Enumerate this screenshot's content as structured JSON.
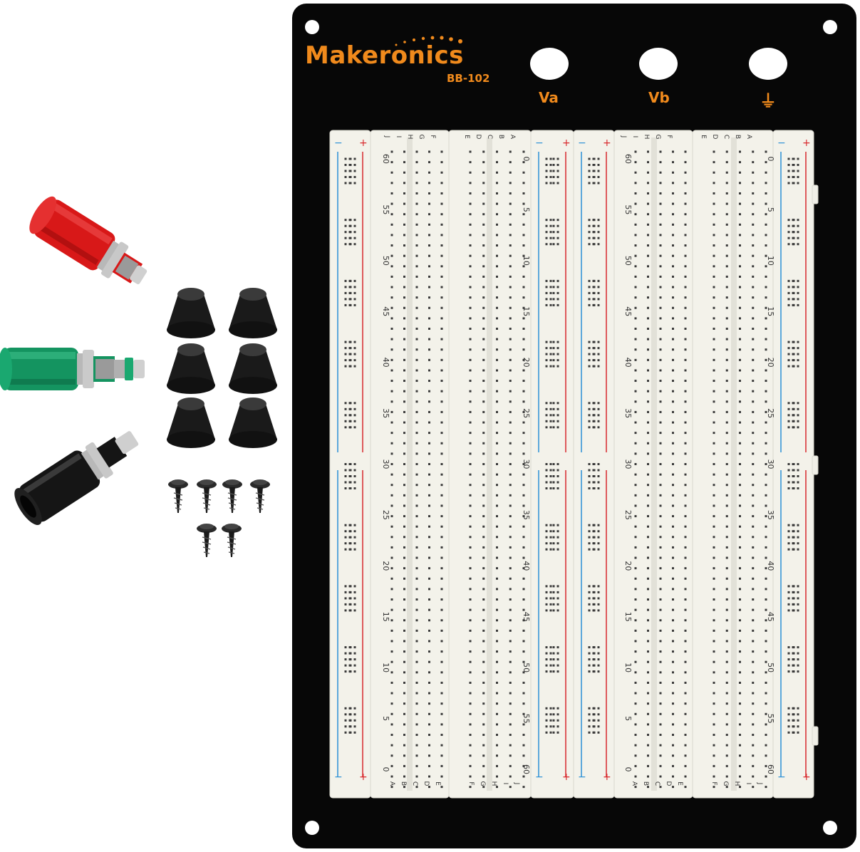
{
  "brand": {
    "name": "Makeronics",
    "model": "BB-102"
  },
  "terminals": [
    {
      "label": "Va"
    },
    {
      "label": "Vb"
    },
    {
      "label": "⏚"
    }
  ],
  "rail_symbols": {
    "minus": "−",
    "plus": "+"
  },
  "strips": [
    {
      "id": "strip-1",
      "numbers_top_to_bottom": [
        "60",
        "55",
        "50",
        "45",
        "40",
        "35",
        "30",
        "25",
        "20",
        "15",
        "10",
        "5",
        "0"
      ],
      "letters_top": [
        "J",
        "I",
        "H",
        "G",
        "F"
      ],
      "letters_left_top": [
        "E",
        "D",
        "C",
        "B",
        "A"
      ],
      "letters_bottom": [
        "A",
        "B",
        "C",
        "D",
        "E"
      ],
      "letters_bottom_right": [
        "F",
        "G",
        "H",
        "I",
        "J"
      ]
    },
    {
      "id": "strip-2",
      "numbers_top_to_bottom": [
        "0",
        "5",
        "10",
        "15",
        "20",
        "25",
        "30",
        "35",
        "40",
        "45",
        "50",
        "55",
        "60"
      ]
    },
    {
      "id": "strip-3",
      "numbers_top_to_bottom": [
        "60",
        "55",
        "50",
        "45",
        "40",
        "35",
        "30",
        "25",
        "20",
        "15",
        "10",
        "5",
        "0"
      ],
      "letters_top": [
        "J",
        "I",
        "H",
        "G",
        "F"
      ],
      "letters_left_top": [
        "E",
        "D",
        "C",
        "B",
        "A"
      ],
      "letters_bottom": [
        "A",
        "B",
        "C",
        "D",
        "E"
      ],
      "letters_bottom_right": [
        "F",
        "G",
        "H",
        "I",
        "J"
      ]
    },
    {
      "id": "strip-4",
      "numbers_top_to_bottom": [
        "0",
        "5",
        "10",
        "15",
        "20",
        "25",
        "30",
        "35",
        "40",
        "45",
        "50",
        "55",
        "60"
      ]
    }
  ],
  "colors": {
    "plate": "#070707",
    "brand": "#f08a1c",
    "board": "#f3f2ea",
    "rail_red": "#d8282c",
    "rail_blue": "#2a8fd6",
    "post_red": "#d81818",
    "post_green": "#149460",
    "post_black": "#151515"
  }
}
